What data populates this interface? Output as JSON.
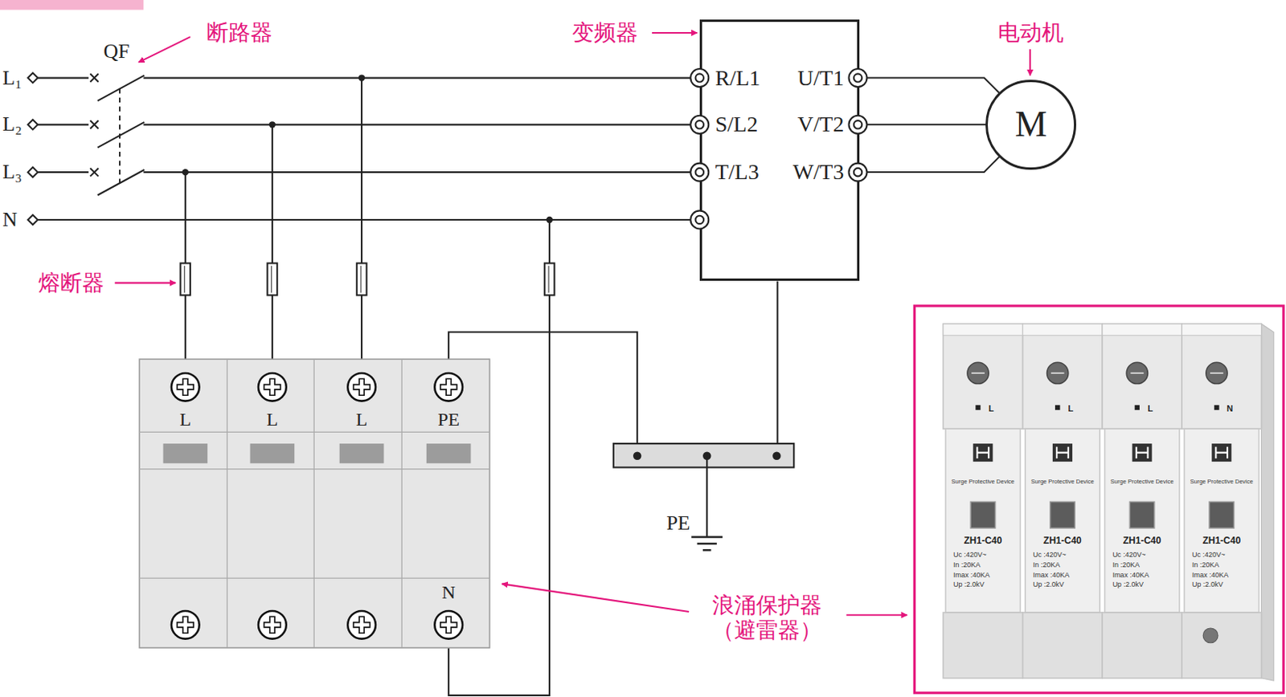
{
  "diagram": {
    "nodes": [
      {
        "text": [
          "R/L1",
          "S/L2",
          "T/L3",
          "U/T1",
          "V/T2",
          "W/T3"
        ]
      },
      {
        "text": [
          "M"
        ]
      },
      {
        "text": [
          "L",
          "L",
          "L",
          "PE",
          "N"
        ]
      }
    ],
    "edges": [
      {
        "from": 0,
        "to": 1,
        "arrow": "none"
      },
      {
        "from": 0,
        "to": 1,
        "arrow": "none"
      },
      {
        "from": 0,
        "to": 1,
        "arrow": "none"
      }
    ],
    "labels": [
      "L₁",
      "L₂",
      "L₃",
      "N",
      "QF",
      "断路器",
      "变频器",
      "电动机",
      "熔断器",
      "PE",
      "浪涌保护器 （避雷器）",
      "L",
      "L",
      "L",
      "N",
      "Surge Protective Device",
      "ZH1-C40",
      "Uc :420V~",
      "In :20KA",
      "Imax :40KA",
      "Up :2.0kV",
      "Surge Protective Device",
      "ZH1-C40",
      "Uc :420V~",
      "In :20KA",
      "Imax :40KA",
      "Up :2.0kV",
      "Surge Protective Device",
      "ZH1-C40",
      "Uc :420V~",
      "In :20KA",
      "Imax :40KA",
      "Up :2.0kV",
      "Surge Protective Device",
      "ZH1-C40",
      "Uc :420V~",
      "In :20KA",
      "Imax :40KA",
      "Up :2.0kV"
    ]
  }
}
